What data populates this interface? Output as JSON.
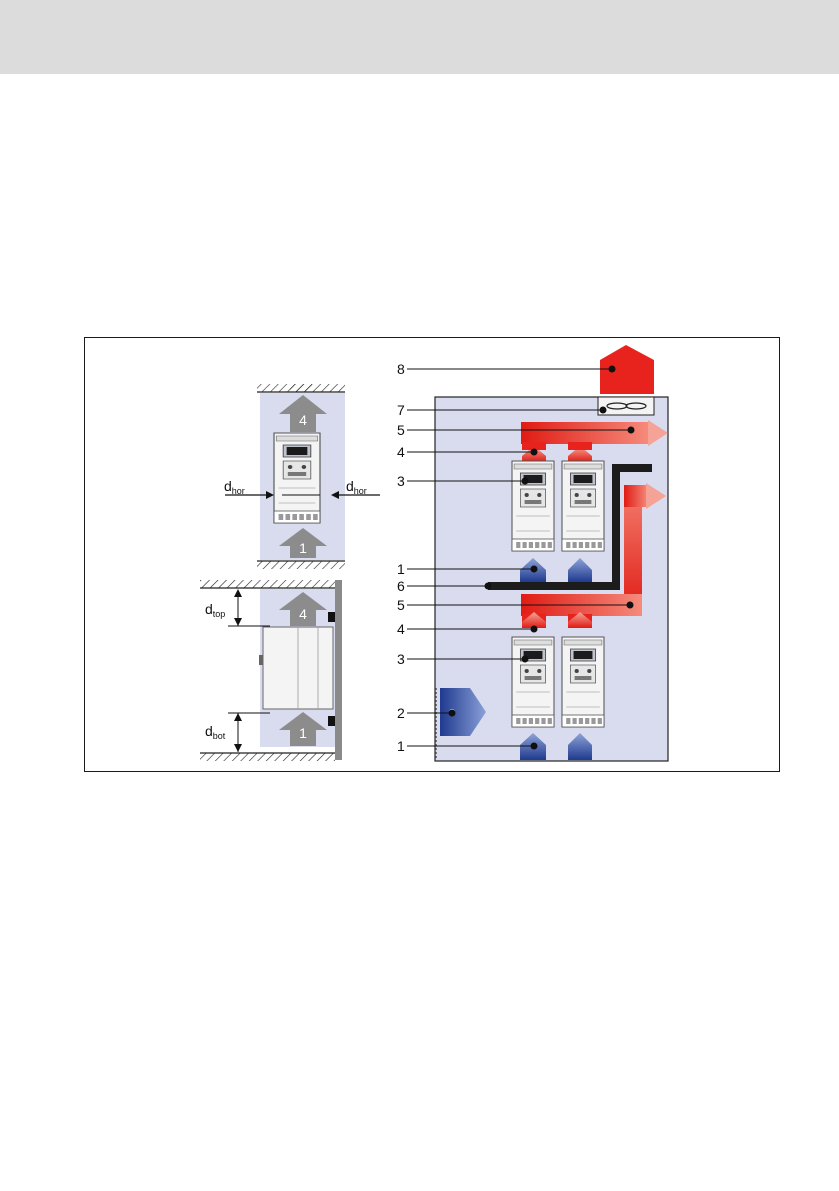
{
  "figure": {
    "left_view": {
      "dim_horizontal_left": {
        "main": "d",
        "sub": "hor"
      },
      "dim_horizontal_right": {
        "main": "d",
        "sub": "hor"
      },
      "dim_top": {
        "main": "d",
        "sub": "top"
      },
      "dim_bottom": {
        "main": "d",
        "sub": "bot"
      },
      "front_top_arrow": "4",
      "front_bottom_arrow": "1",
      "side_top_arrow": "4",
      "side_bottom_arrow": "1"
    },
    "cabinet_callouts": [
      "8",
      "7",
      "5",
      "4",
      "3",
      "1",
      "6",
      "5",
      "4",
      "3",
      "2",
      "1"
    ],
    "colors": {
      "hot_air": "#e8231e",
      "cool_air": "#2b4aa0",
      "airflow_gray": "#8c8c8c",
      "cabinet_fill": "#d9dcef",
      "partition": "#1c1c1c"
    }
  }
}
